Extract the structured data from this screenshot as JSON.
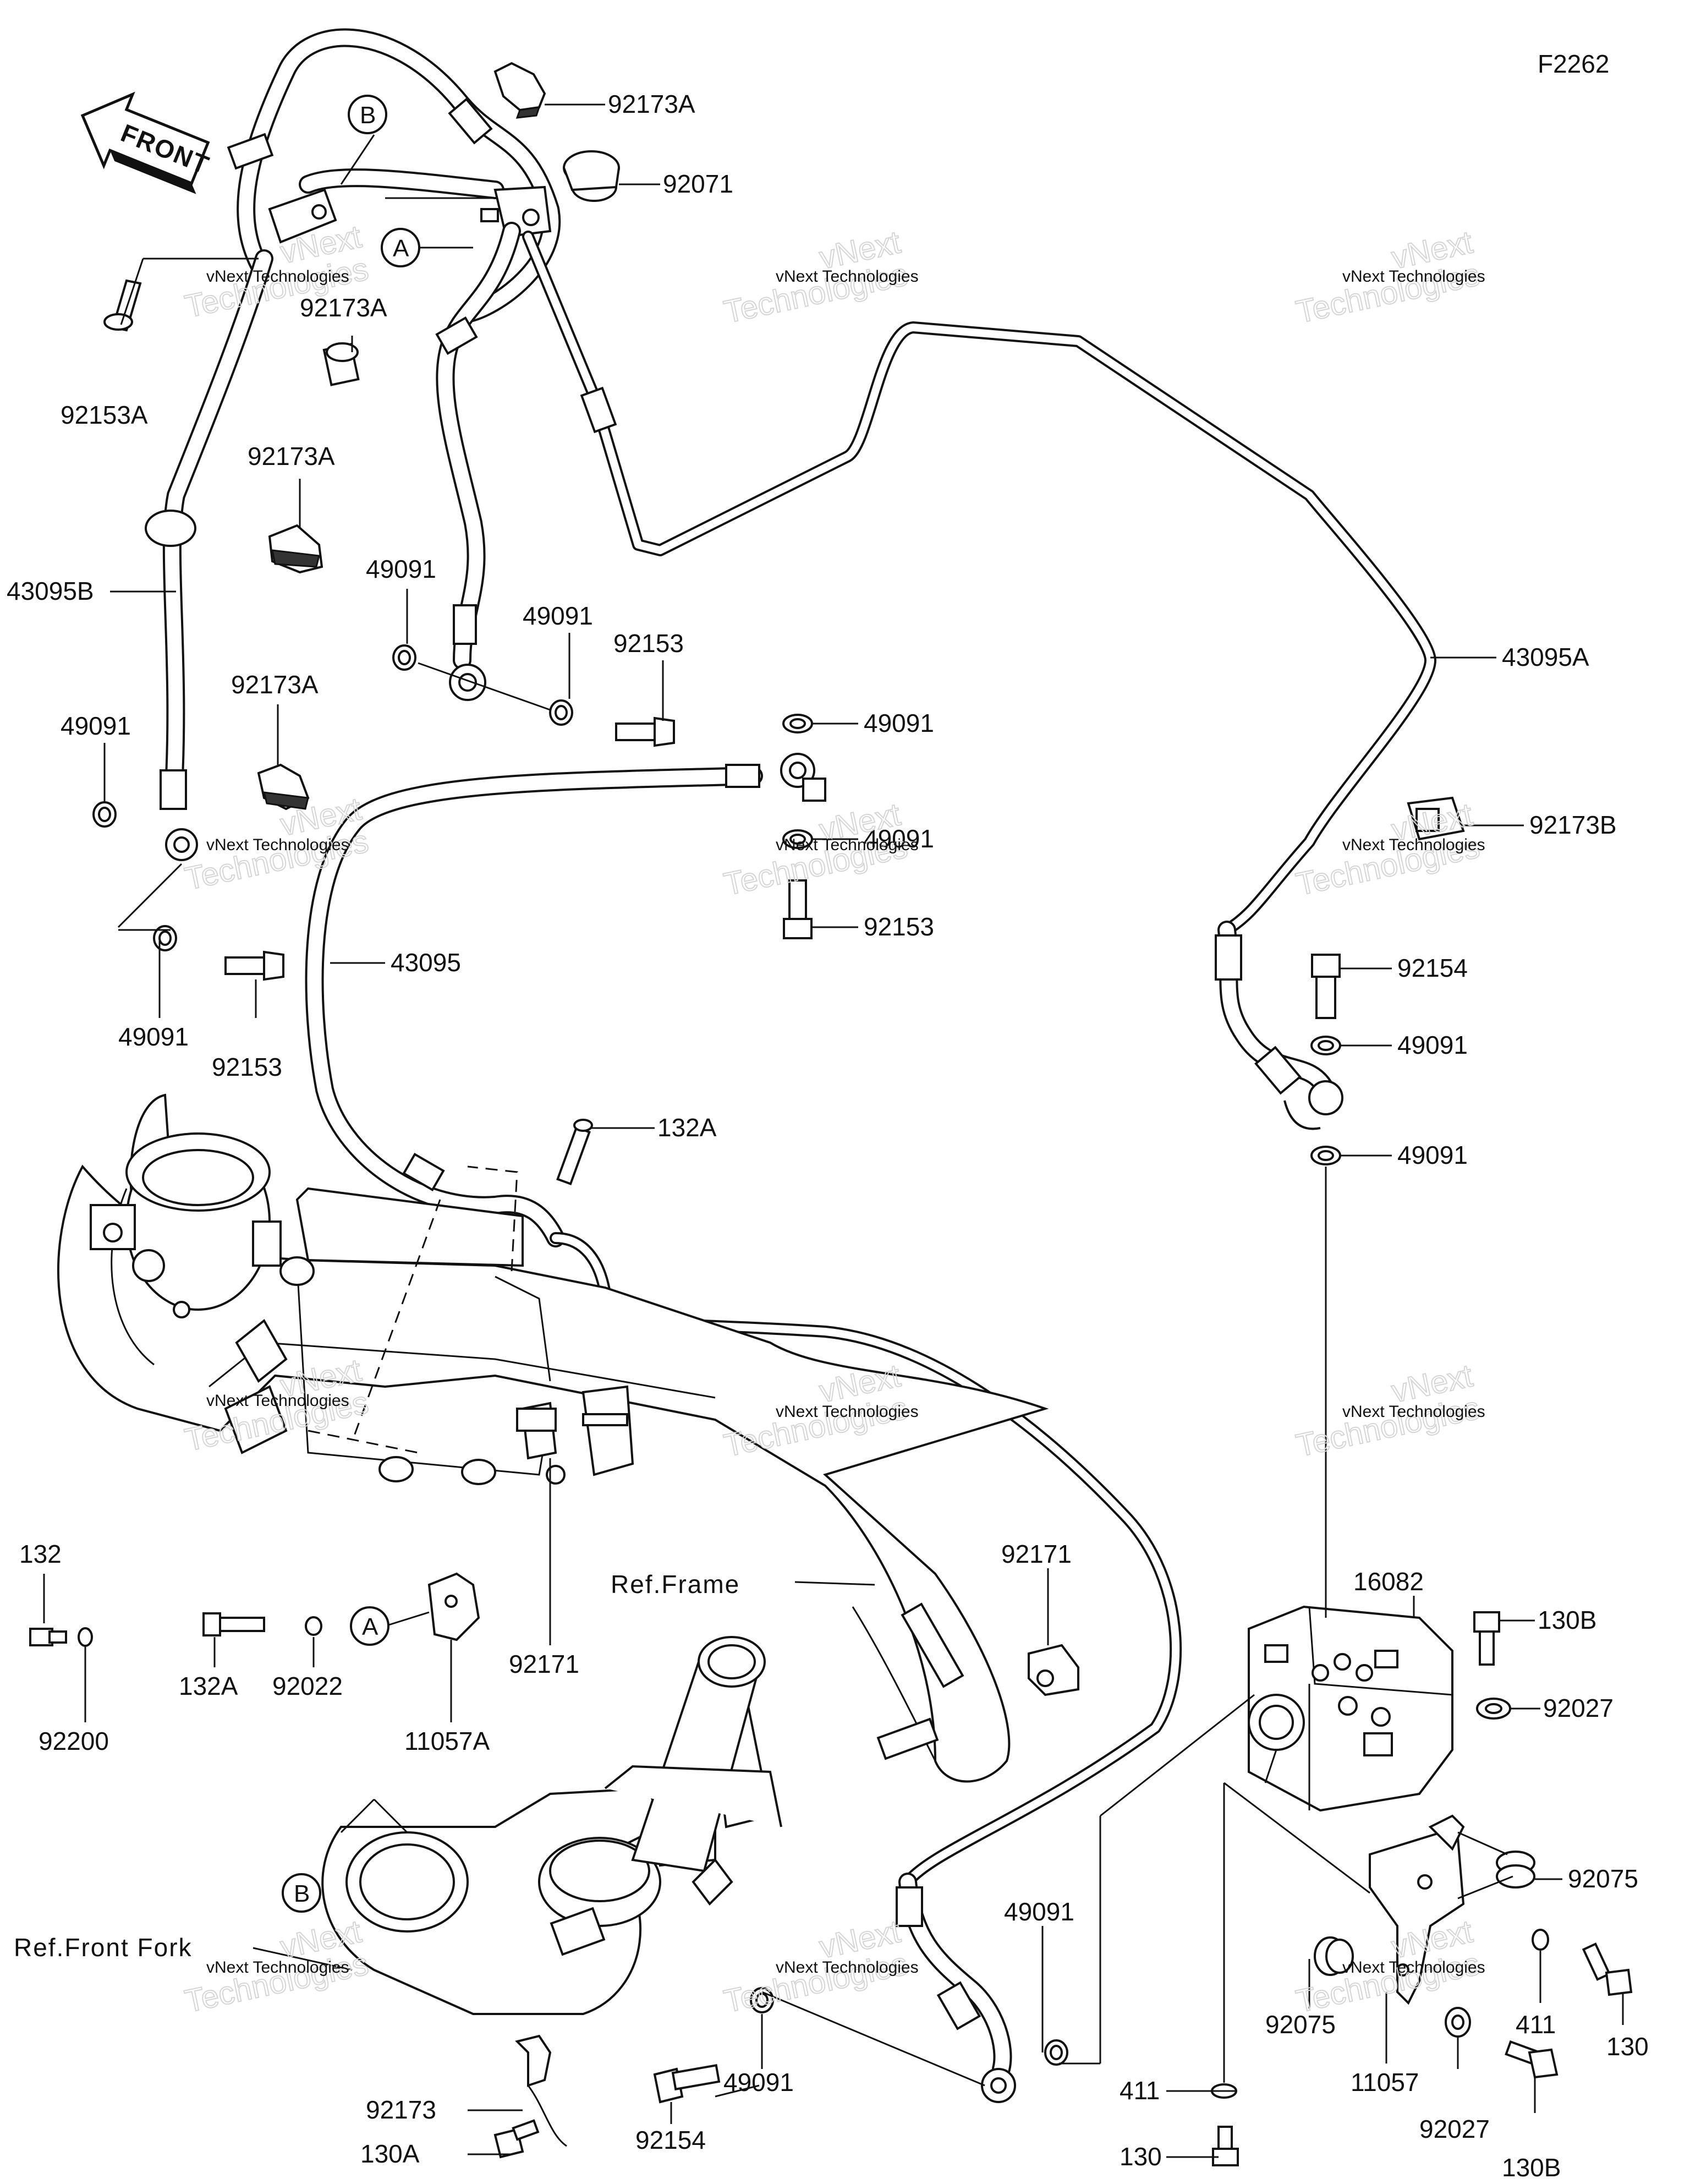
{
  "diagram_code": "F2262",
  "front_arrow_text": "FRONT",
  "watermark": {
    "line1": "vNext Technologies",
    "line2": "vNext",
    "line3": "Technologies"
  },
  "callouts": {
    "A": "A",
    "B": "B"
  },
  "labels": {
    "p92173A_1": "92173A",
    "p92071": "92071",
    "p92173A_2": "92173A",
    "p92153A": "92153A",
    "p92173A_3": "92173A",
    "p43095B": "43095B",
    "p49091_1": "49091",
    "p49091_2": "49091",
    "p92153_1": "92153",
    "p92173A_4": "92173A",
    "p49091_3": "49091",
    "p43095A": "43095A",
    "p49091_4": "49091",
    "p49091_5": "49091",
    "p92153_2": "92153",
    "p92173B": "92173B",
    "p43095": "43095",
    "p49091_6": "49091",
    "p92153_3": "92153",
    "p92154_1": "92154",
    "p49091_7": "49091",
    "p49091_8": "49091",
    "p132A_1": "132A",
    "p132": "132",
    "p92200": "92200",
    "p132A_2": "132A",
    "p92022": "92022",
    "p11057A": "11057A",
    "p92171_1": "92171",
    "ref_frame": "Ref.Frame",
    "p92171_2": "92171",
    "p16082": "16082",
    "p130B_1": "130B",
    "p92027_1": "92027",
    "p92075_1": "92075",
    "ref_front_fork": "Ref.Front Fork",
    "p49091_9": "49091",
    "p92173": "92173",
    "p130A": "130A",
    "p92154_2": "92154",
    "p49091_10": "49091",
    "p411_1": "411",
    "p130_1": "130",
    "p411_2": "411",
    "p130_2": "130",
    "p92075_2": "92075",
    "p11057": "11057",
    "p92027_2": "92027",
    "p130B_2": "130B"
  }
}
